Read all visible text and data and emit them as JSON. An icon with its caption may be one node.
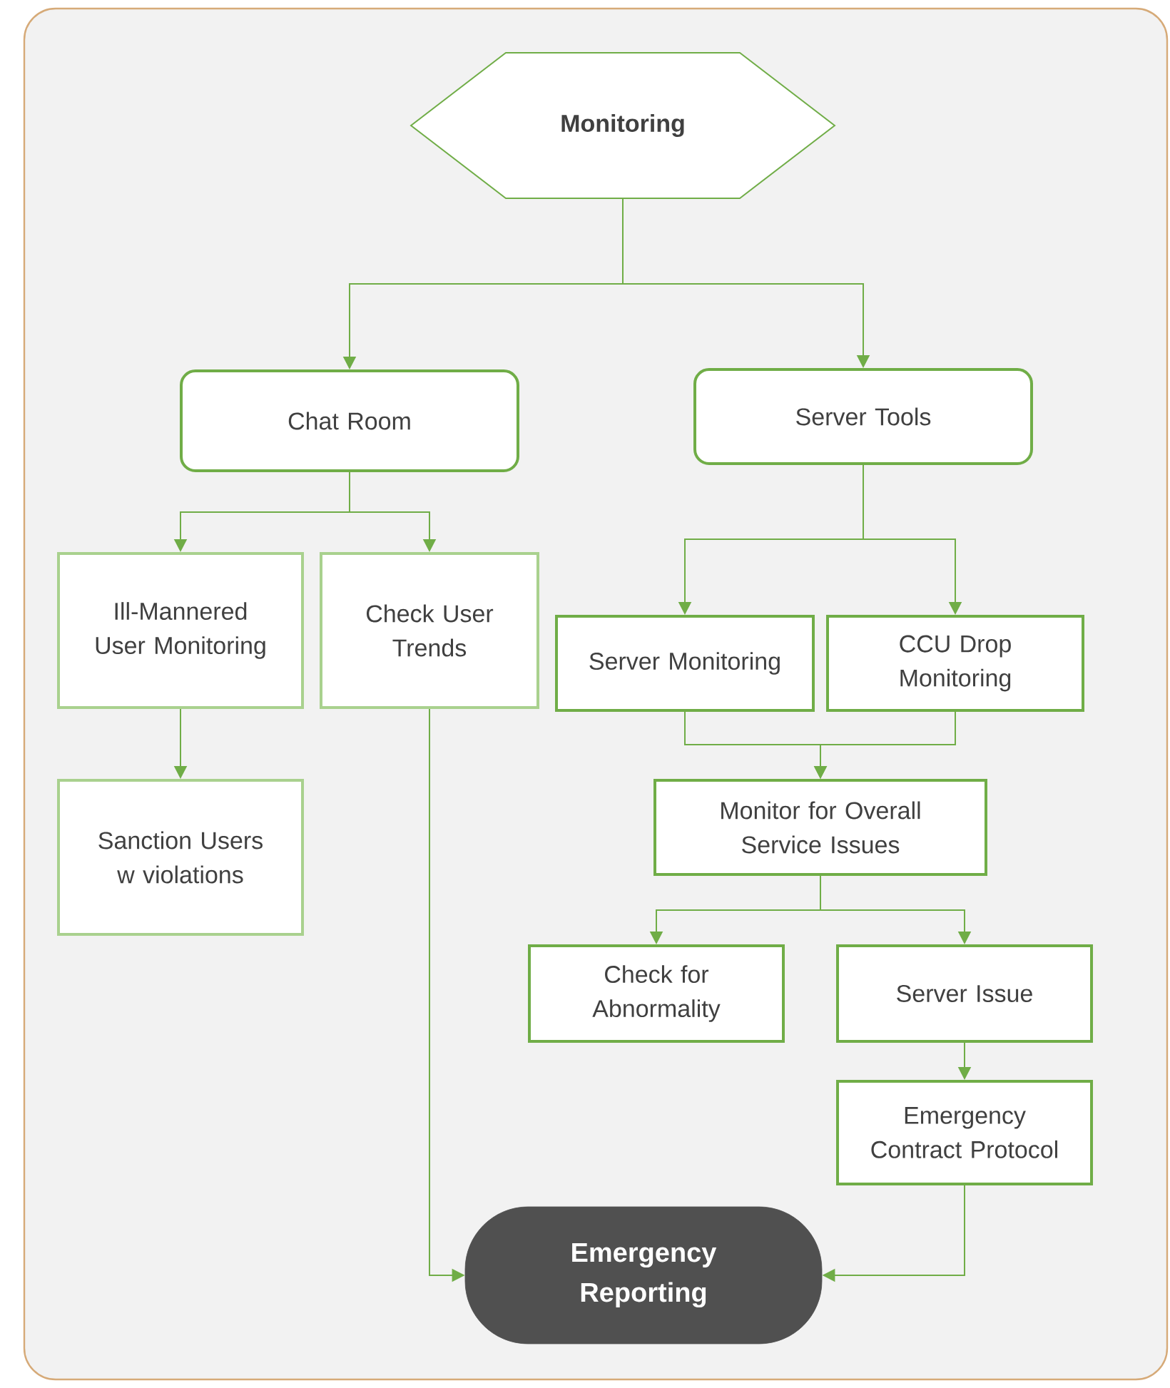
{
  "diagram": {
    "nodes": [
      {
        "text": [
          "Monitoring"
        ]
      },
      {
        "text": [
          "Chat Room"
        ]
      },
      {
        "text": [
          "Server Tools"
        ]
      },
      {
        "text": [
          "Ill-Mannered User Monitoring"
        ]
      },
      {
        "text": [
          "Check User Trends"
        ]
      },
      {
        "text": [
          "Sanction Users w violations"
        ]
      },
      {
        "text": [
          "Server Monitoring"
        ]
      },
      {
        "text": [
          "CCU Drop Monitoring"
        ]
      },
      {
        "text": [
          "Monitor for Overall Service Issues"
        ]
      },
      {
        "text": [
          "Check for Abnormality"
        ]
      },
      {
        "text": [
          "Server Issue"
        ]
      },
      {
        "text": [
          "Emergency Contract Protocol"
        ]
      },
      {
        "text": [
          "Emergency Reporting"
        ]
      }
    ],
    "edges": [
      {
        "from": 0,
        "to": 1,
        "arrow": "to"
      },
      {
        "from": 0,
        "to": 2,
        "arrow": "to"
      },
      {
        "from": 1,
        "to": 3,
        "arrow": "to"
      },
      {
        "from": 1,
        "to": 4,
        "arrow": "to"
      },
      {
        "from": 3,
        "to": 5,
        "arrow": "to"
      },
      {
        "from": 2,
        "to": 6,
        "arrow": "to"
      },
      {
        "from": 2,
        "to": 7,
        "arrow": "to"
      },
      {
        "from": 6,
        "to": 8,
        "arrow": "to"
      },
      {
        "from": 7,
        "to": 8,
        "arrow": "to"
      },
      {
        "from": 8,
        "to": 9,
        "arrow": "to"
      },
      {
        "from": 8,
        "to": 10,
        "arrow": "to"
      },
      {
        "from": 10,
        "to": 11,
        "arrow": "to"
      },
      {
        "from": 4,
        "to": 12,
        "arrow": "to"
      },
      {
        "from": 11,
        "to": 12,
        "arrow": "to"
      }
    ]
  }
}
